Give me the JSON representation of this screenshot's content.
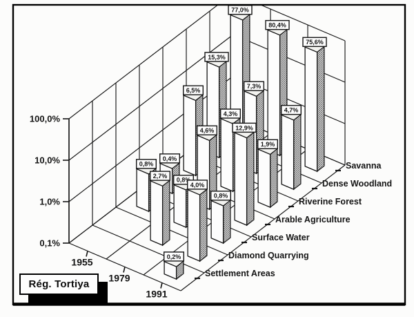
{
  "figure": {
    "region_label": "Rég. Tortiya"
  },
  "chart_data": {
    "type": "bar",
    "projection": "3d-column",
    "title": "",
    "region_label": "Rég. Tortiya",
    "x_categories_years": [
      "1955",
      "1979",
      "1991"
    ],
    "depth_categories": [
      "Settlement Areas",
      "Diamond Quarrying",
      "Surface Water",
      "Arable Agriculture",
      "Riverine Forest",
      "Dense Woodland",
      "Savanna"
    ],
    "value_axis": {
      "scale": "log",
      "min": 0.1,
      "max": 100,
      "tick_labels": [
        "0,1%",
        "1,0%",
        "10,0%",
        "100,0%"
      ]
    },
    "series": [
      {
        "name": "Settlement Areas",
        "values": [
          null,
          null,
          0.2
        ],
        "labels": [
          null,
          null,
          "0,2%"
        ]
      },
      {
        "name": "Diamond Quarrying",
        "values": [
          null,
          2.7,
          4.0
        ],
        "labels": [
          null,
          "2,7%",
          "4,0%"
        ]
      },
      {
        "name": "Surface Water",
        "values": [
          0.8,
          0.8,
          0.8
        ],
        "labels": [
          "0,8%",
          "0,8%",
          "0,8%"
        ]
      },
      {
        "name": "Arable Agriculture",
        "values": [
          0.4,
          4.6,
          12.9
        ],
        "labels": [
          "0,4%",
          "4,6%",
          "12,9%"
        ]
      },
      {
        "name": "Riverine Forest",
        "values": [
          6.5,
          4.3,
          1.9
        ],
        "labels": [
          "6,5%",
          "4,3%",
          "1,9%"
        ]
      },
      {
        "name": "Dense Woodland",
        "values": [
          15.3,
          7.3,
          4.7
        ],
        "labels": [
          "15,3%",
          "7,3%",
          "4,7%"
        ]
      },
      {
        "name": "Savanna",
        "values": [
          77.0,
          80.4,
          75.6
        ],
        "labels": [
          "77,0%",
          "80,4%",
          "75,6%"
        ]
      }
    ],
    "grid": "on",
    "legend_position": "bottom-left",
    "colors": {
      "ink": "#141414",
      "paper": "#fcfcfb",
      "bar_front": "#fdfdfd",
      "bar_top": "#f3f3f0",
      "bar_side_base": "#cccccc",
      "bar_side_dot": "#3c3c3c"
    }
  }
}
